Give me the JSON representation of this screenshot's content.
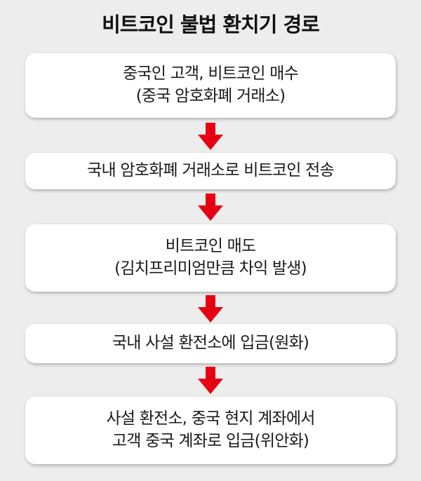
{
  "title": "비트코인 불법 환치기 경로",
  "accent_color": "#e60012",
  "steps": [
    {
      "lines": [
        "중국인 고객, 비트코인 매수",
        "(중국 암호화폐 거래소)"
      ]
    },
    {
      "lines": [
        "국내 암호화폐 거래소로 비트코인 전송"
      ]
    },
    {
      "lines": [
        "비트코인 매도",
        "(김치프리미엄만큼 차익 발생)"
      ]
    },
    {
      "lines": [
        "국내 사설 환전소에 입금(원화)"
      ]
    },
    {
      "lines": [
        "사설 환전소, 중국 현지 계좌에서",
        "고객 중국 계좌로 입금(위안화)"
      ]
    }
  ],
  "arrow_icon": "down-arrow-icon"
}
